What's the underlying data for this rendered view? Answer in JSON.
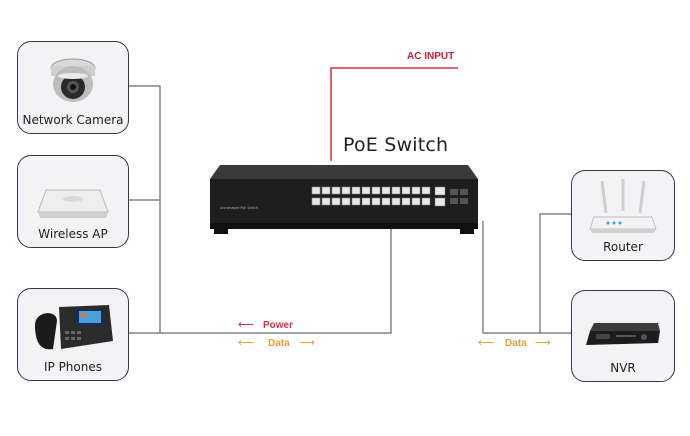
{
  "diagram": {
    "title": "PoE Switch",
    "ac_input": "AC INPUT",
    "switch_model_text": "Unmanaged PoE Switch",
    "devices_left": [
      {
        "id": "camera",
        "label": "Network Camera",
        "icon": "dome-camera-icon"
      },
      {
        "id": "ap",
        "label": "Wireless AP",
        "icon": "access-point-icon"
      },
      {
        "id": "phone",
        "label": "IP Phones",
        "icon": "ip-phone-icon"
      }
    ],
    "devices_right": [
      {
        "id": "router",
        "label": "Router",
        "icon": "router-icon"
      },
      {
        "id": "nvr",
        "label": "NVR",
        "icon": "nvr-icon"
      }
    ],
    "legend_left": {
      "power": "Power",
      "data": "Data"
    },
    "legend_right": {
      "data": "Data"
    },
    "colors": {
      "wire": "#6b6b6b",
      "ac": "#d32f3f",
      "power": "#d32f3f",
      "data": "#e8a033",
      "card_border": "#2f3a4e"
    }
  }
}
